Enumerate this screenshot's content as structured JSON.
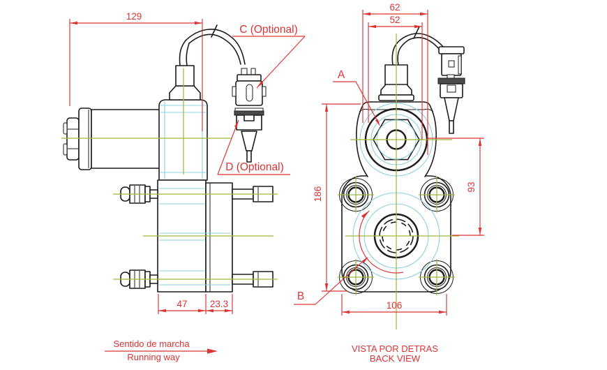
{
  "colors": {
    "outline": "#1c1c1c",
    "dim": "#dc3435",
    "centerline": "#9db93c",
    "construction": "#8bcfe0",
    "bg": "#ffffff"
  },
  "side_view": {
    "dims": {
      "overall_width": "129",
      "body_depth": "47",
      "plate_depth": "23.3"
    },
    "labels": {
      "connector_c": "C (Optional)",
      "connector_d": "D (Optional)"
    },
    "running_direction": {
      "line1": "Sentido de marcha",
      "line2": "Running way"
    }
  },
  "back_view": {
    "dims": {
      "boss_width_outer": "62",
      "boss_width_inner": "52",
      "overall_height": "186",
      "shaft_to_hub": "93",
      "flange_width": "106"
    },
    "labels": {
      "a": "A",
      "b": "B"
    },
    "caption": {
      "line1": "VISTA POR DETRAS",
      "line2": "BACK VIEW"
    }
  }
}
